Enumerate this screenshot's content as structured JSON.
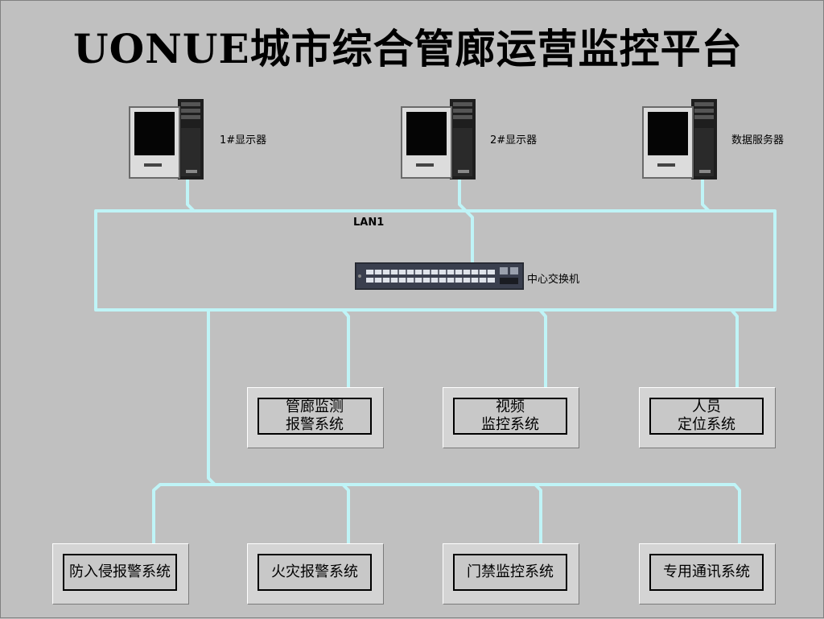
{
  "title": "UONUE城市综合管廊运营监控平台",
  "devices": {
    "display1": "1#显示器",
    "display2": "2#显示器",
    "server": "数据服务器",
    "lan": "LAN1",
    "switch": "中心交换机"
  },
  "systems": {
    "pipe_monitor": [
      "管廊监测",
      "报警系统"
    ],
    "video": [
      "视频",
      "监控系统"
    ],
    "personnel": [
      "人员",
      "定位系统"
    ],
    "intrusion": [
      "防入侵报警系统"
    ],
    "fire": [
      "火灾报警系统"
    ],
    "access": [
      "门禁监控系统"
    ],
    "comm": [
      "专用通讯系统"
    ]
  },
  "colors": {
    "background": "#c0c0c0",
    "network_line": "#bff4f7"
  }
}
